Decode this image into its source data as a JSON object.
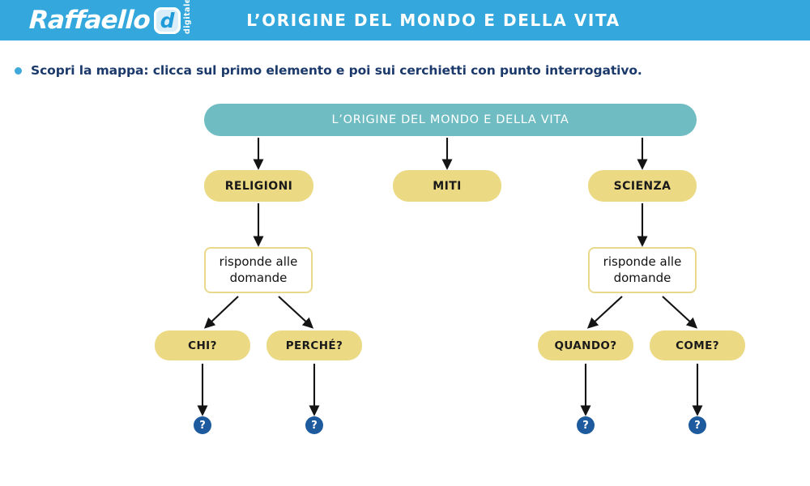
{
  "header": {
    "logo_word": "Raffaello",
    "logo_badge_letter": "d",
    "logo_tagline": "digitale",
    "title": "L’ORIGINE DEL MONDO E DELLA VITA",
    "background_color": "#34A8DC"
  },
  "instruction": {
    "text": "Scopri la mappa: clicca sul primo elemento e poi sui cerchietti con punto interrogativo.",
    "bullet_color": "#3FA9DC",
    "text_color": "#1B3A6B"
  },
  "diagram": {
    "root": {
      "label": "L’ORIGINE DEL MONDO E DELLA VITA",
      "color": "#6FBCC2",
      "text_color": "#FFFFFF"
    },
    "branches": [
      {
        "label": "RELIGIONI",
        "color": "#EBD983"
      },
      {
        "label": "MITI",
        "color": "#EBD983"
      },
      {
        "label": "SCIENZA",
        "color": "#EBD983"
      }
    ],
    "answer_boxes": [
      {
        "line1": "risponde alle",
        "line2": "domande",
        "border_color": "#E8D98C"
      },
      {
        "line1": "risponde alle",
        "line2": "domande",
        "border_color": "#E8D98C"
      }
    ],
    "questions": [
      {
        "label": "CHI?",
        "color": "#EBD983"
      },
      {
        "label": "PERCHÉ?",
        "color": "#EBD983"
      },
      {
        "label": "QUANDO?",
        "color": "#EBD983"
      },
      {
        "label": "COME?",
        "color": "#EBD983"
      }
    ],
    "hotspots": [
      {
        "glyph": "?",
        "color": "#1D5B9E"
      },
      {
        "glyph": "?",
        "color": "#1D5B9E"
      },
      {
        "glyph": "?",
        "color": "#1D5B9E"
      },
      {
        "glyph": "?",
        "color": "#1D5B9E"
      }
    ]
  }
}
